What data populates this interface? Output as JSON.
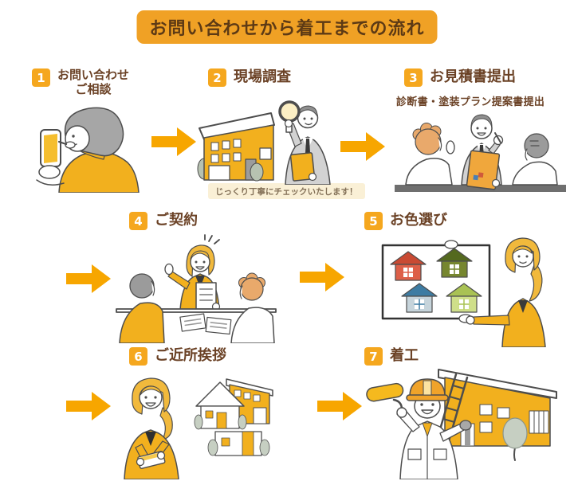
{
  "title": "お問い合わせから着工までの流れ",
  "steps": [
    {
      "number": "1",
      "label": "お問い合わせ",
      "label2": "ご相談",
      "illustration": "elderly-woman-with-smartphone"
    },
    {
      "number": "2",
      "label": "現場調査",
      "note": "じっくり丁寧にチェックいたします！",
      "illustration": "house-and-surveyor-with-magnifier"
    },
    {
      "number": "3",
      "label": "お見積書提出",
      "sublabel": "診断書・塗装プラン提案書提出",
      "illustration": "salesman-presenting-estimate-to-couple"
    },
    {
      "number": "4",
      "label": "ご契約",
      "illustration": "contract-meeting-at-table"
    },
    {
      "number": "5",
      "label": "お色選び",
      "illustration": "woman-showing-house-color-chart"
    },
    {
      "number": "6",
      "label": "ご近所挨拶",
      "illustration": "woman-greeting-neighbors-with-gift"
    },
    {
      "number": "7",
      "label": "着工",
      "illustration": "painter-with-roller-and-house"
    }
  ],
  "colors": {
    "banner_bg": "#F0A125",
    "banner_text": "#5D3A15",
    "badge_bg": "#F5A71E",
    "badge_text": "#FFFFFF",
    "label_text": "#6B4226",
    "arrow": "#F7A600",
    "note_bg": "#FAF0D6",
    "note_text": "#837057",
    "illustration_yellow": "#F2B01E"
  }
}
